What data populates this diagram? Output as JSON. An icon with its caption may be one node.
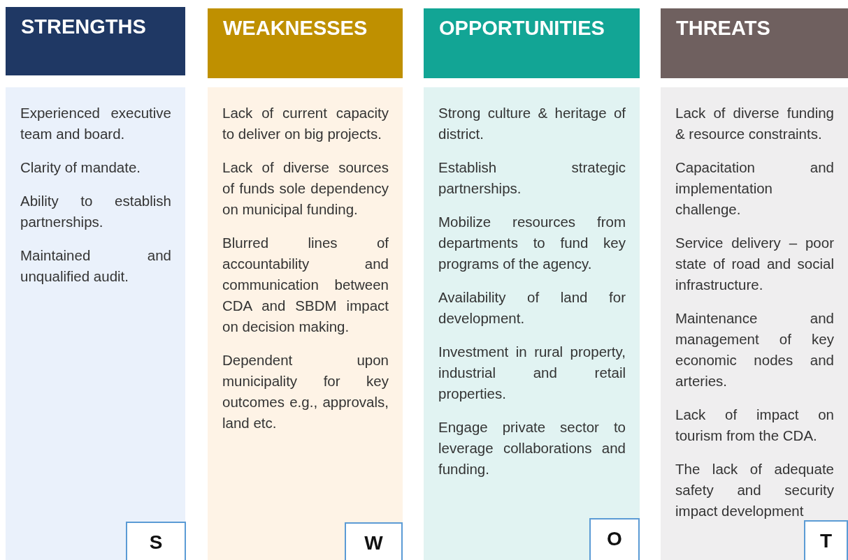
{
  "diagram": {
    "nodes": [
      {
        "text": [
          "STRENGTHS"
        ]
      },
      {
        "text": [
          "WEAKNESSES"
        ]
      },
      {
        "text": [
          "OPPORTUNITIES"
        ]
      },
      {
        "text": [
          "THREATS"
        ]
      },
      {
        "text": [
          "Experienced executive team and board.",
          "Clarity of mandate.",
          "Ability to establish partnerships.",
          "Maintained and unqualified audit."
        ]
      },
      {
        "text": [
          "Lack of current capacity to deliver on big projects.",
          "Lack of diverse sources of funds sole dependency on municipal funding.",
          "Blurred lines of accountability and communication between CDA and SBDM impact on decision making.",
          "Dependent upon municipality for key outcomes e.g., approvals, land etc."
        ]
      },
      {
        "text": [
          "Strong culture & heritage of district.",
          "Establish strategic partnerships.",
          "Mobilize resources from departments to fund key programs of the agency.",
          "Availability of land for development.",
          "Investment in rural property, industrial and retail properties.",
          "Engage private sector to leverage collaborations and funding."
        ]
      },
      {
        "text": [
          "Lack of diverse funding & resource constraints.",
          "Capacitation and implementation challenge.",
          "Service delivery – poor state of road and social infrastructure.",
          "Maintenance and management of key economic nodes and arteries.",
          "Lack of impact on tourism from the CDA.",
          "The lack of adequate safety and security impact development"
        ]
      },
      {
        "text": [
          "S"
        ],
        "in": 4
      },
      {
        "text": [
          "W"
        ],
        "in": 5
      },
      {
        "text": [
          "O"
        ],
        "in": 6
      },
      {
        "text": [
          "T"
        ],
        "in": 7
      }
    ]
  }
}
